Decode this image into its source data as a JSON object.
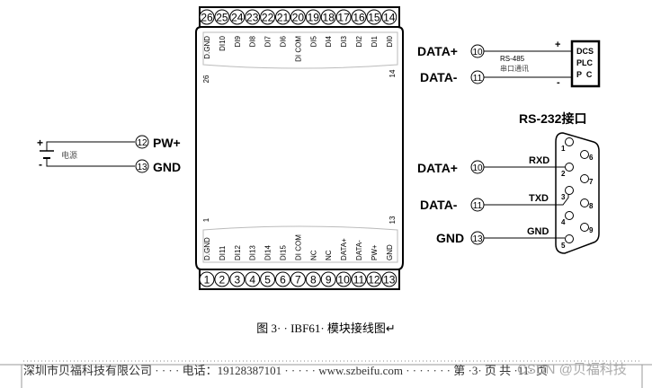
{
  "module": {
    "top_terminals": [
      "26",
      "25",
      "24",
      "23",
      "22",
      "21",
      "20",
      "19",
      "18",
      "17",
      "16",
      "15",
      "14"
    ],
    "top_labels": [
      "D.GND",
      "DI10",
      "DI9",
      "DI8",
      "DI7",
      "DI6",
      "DI COM",
      "DI5",
      "DI4",
      "DI3",
      "DI2",
      "DI1",
      "DI0"
    ],
    "bottom_terminals": [
      "1",
      "2",
      "3",
      "4",
      "5",
      "6",
      "7",
      "8",
      "9",
      "10",
      "11",
      "12",
      "13"
    ],
    "bottom_labels": [
      "D.GND",
      "DI11",
      "DI12",
      "DI13",
      "DI14",
      "DI15",
      "DI COM",
      "NC",
      "NC",
      "DATA+",
      "DATA-",
      "PW+",
      "GND"
    ],
    "corner_top_left": "26",
    "corner_top_right": "14",
    "corner_bottom_left": "1",
    "corner_bottom_right": "13"
  },
  "power": {
    "plus": "+",
    "minus": "-",
    "label": "电源",
    "pw_num": "12",
    "pw_label": "PW+",
    "gnd_num": "13",
    "gnd_label": "GND"
  },
  "rs485": {
    "data_plus": "DATA+",
    "data_plus_num": "10",
    "data_minus": "DATA-",
    "data_minus_num": "11",
    "plus": "+",
    "minus": "-",
    "line1": "RS-485",
    "line2": "串口通讯",
    "device": [
      "DCS",
      "PLC",
      "P  C"
    ]
  },
  "rs232": {
    "title": "RS-232接口",
    "data_plus": "DATA+",
    "data_plus_num": "10",
    "data_minus": "DATA-",
    "data_minus_num": "11",
    "gnd": "GND",
    "gnd_num": "13",
    "rxd": "RXD",
    "txd": "TXD",
    "gnd_sig": "GND",
    "pins": [
      "1",
      "2",
      "3",
      "4",
      "5",
      "6",
      "7",
      "8",
      "9"
    ]
  },
  "caption": "图 3· · IBF61· 模块接线图↵",
  "footer": "深圳市贝福科技有限公司 · · · · 电话：19128387101 · · · · · www.szbeifu.com · · · · · · · 第 ·3· 页 共 ·11· 页",
  "watermark": "CSDN @贝福科技"
}
